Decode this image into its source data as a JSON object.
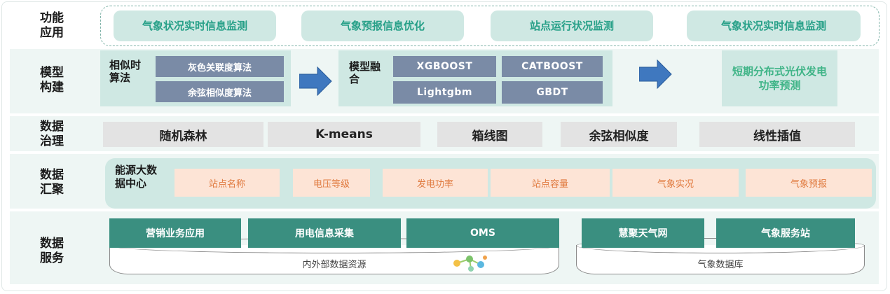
{
  "rows": {
    "function": {
      "label": "功能应用",
      "items": [
        "气象状况实时信息监测",
        "气象预报信息优化",
        "站点运行状况监测",
        "气象状况实时信息监测"
      ]
    },
    "model": {
      "label": "模型构建",
      "similarity_label": "相似时算法",
      "similarity_items": [
        "灰色关联度算法",
        "余弦相似度算法"
      ],
      "fusion_label": "模型融合",
      "fusion_items": [
        "XGBOOST",
        "CATBOOST",
        "Lightgbm",
        "GBDT"
      ],
      "output": "短期分布式光伏发电功率预测"
    },
    "governance": {
      "label": "数据治理",
      "items": [
        "随机森林",
        "K-means",
        "箱线图",
        "余弦相似度",
        "线性插值"
      ]
    },
    "aggregation": {
      "label": "数据汇聚",
      "center_label": "能源大数据中心",
      "items": [
        "站点名称",
        "电压等级",
        "发电功率",
        "站点容量",
        "气象实况",
        "气象预报"
      ]
    },
    "service": {
      "label": "数据服务",
      "left_items": [
        "营销业务应用",
        "用电信息采集",
        "OMS"
      ],
      "left_db": "内外部数据资源",
      "right_items": [
        "慧聚天气网",
        "气象服务站"
      ],
      "right_db": "气象数据库"
    }
  }
}
